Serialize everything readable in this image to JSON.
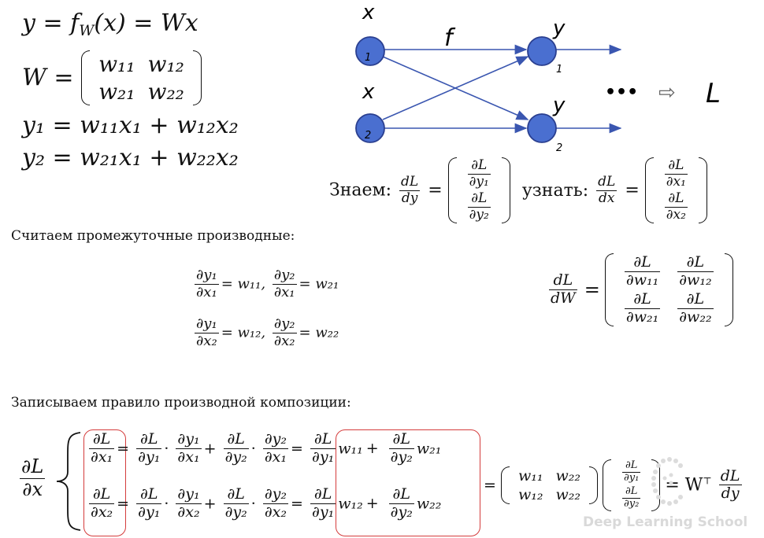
{
  "equations_top": {
    "line1": "y = f",
    "line1_sub": "W",
    "line1_rest": "(x) = Wx",
    "w_label": "W =",
    "w11": "w₁₁",
    "w12": "w₁₂",
    "w21": "w₂₁",
    "w22": "w₂₂",
    "y1_eq": "y₁ = w₁₁x₁ + w₁₂x₂",
    "y2_eq": "y₂ = w₂₁x₁ + w₂₂x₂"
  },
  "diagram": {
    "x1_label": "x",
    "x1_sub": "1",
    "x2_label": "x",
    "x2_sub": "2",
    "y1_label": "y",
    "y1_sub": "1",
    "y2_label": "y",
    "y2_sub": "2",
    "f_label": "f",
    "dots": "•••",
    "arrow": "⇨",
    "loss_label": "L",
    "node_color": "#4a6fd0",
    "edge_color": "#3a56b0"
  },
  "known": {
    "label": "Знаем:",
    "lhs_num": "dL",
    "lhs_den": "dy",
    "v1_num": "∂L",
    "v1_den": "∂y₁",
    "v2_num": "∂L",
    "v2_den": "∂y₂",
    "find_label": "узнать:",
    "rhs_num": "dL",
    "rhs_den": "dx",
    "r1_num": "∂L",
    "r1_den": "∂x₁",
    "r2_num": "∂L",
    "r2_den": "∂x₂"
  },
  "intermediate": {
    "heading": "Считаем промежуточные производные:",
    "row1": [
      {
        "num": "∂y₁",
        "den": "∂x₁",
        "val": "= w₁₁,"
      },
      {
        "num": "∂y₂",
        "den": "∂x₁",
        "val": "= w₂₁"
      }
    ],
    "row2": [
      {
        "num": "∂y₁",
        "den": "∂x₂",
        "val": "= w₁₂,"
      },
      {
        "num": "∂y₂",
        "den": "∂x₂",
        "val": "= w₂₂"
      }
    ]
  },
  "dldw": {
    "lhs_num": "dL",
    "lhs_den": "dW",
    "eq": "=",
    "m11_num": "∂L",
    "m11_den": "∂w₁₁",
    "m12_num": "∂L",
    "m12_den": "∂w₁₂",
    "m21_num": "∂L",
    "m21_den": "∂w₂₁",
    "m22_num": "∂L",
    "m22_den": "∂w₂₂"
  },
  "chain": {
    "heading": "Записываем правило производной композиции:",
    "lhs_num": "∂L",
    "lhs_den": "∂x",
    "d": "∂L",
    "dx1": "∂x₁",
    "dx2": "∂x₂",
    "dy1": "∂y₁",
    "dy2": "∂y₂",
    "dy1n": "∂y₁",
    "dy2n": "∂y₂",
    "dot": "·",
    "plus": "+",
    "eq": "=",
    "w11": "w₁₁",
    "w21": "w₂₁",
    "w12": "w₁₂",
    "w22": "w₂₂",
    "mat_w11": "w₁₁",
    "mat_w22a": "w₂₂",
    "mat_w12": "w₁₂",
    "mat_w22b": "w₂₂",
    "final": "= W",
    "final_sup": "⊤",
    "final_num": "dL",
    "final_den": "dy"
  },
  "watermark": "Deep Learning School"
}
